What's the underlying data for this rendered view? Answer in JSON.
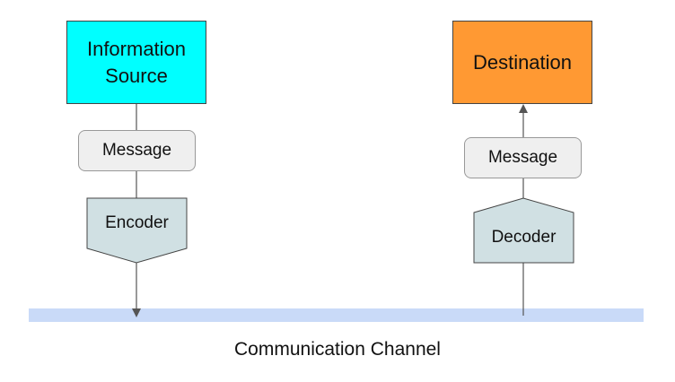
{
  "source": {
    "label_line1": "Information",
    "label_line2": "Source"
  },
  "destination": {
    "label": "Destination"
  },
  "sender": {
    "message": "Message",
    "encoder": "Encoder"
  },
  "receiver": {
    "message": "Message",
    "decoder": "Decoder"
  },
  "channel": {
    "label": "Communication Channel"
  },
  "colors": {
    "source_fill": "#00ffff",
    "destination_fill": "#ff9933",
    "message_fill": "#efefef",
    "coder_fill": "#d0e0e3",
    "channel_fill": "#c9daf8"
  }
}
